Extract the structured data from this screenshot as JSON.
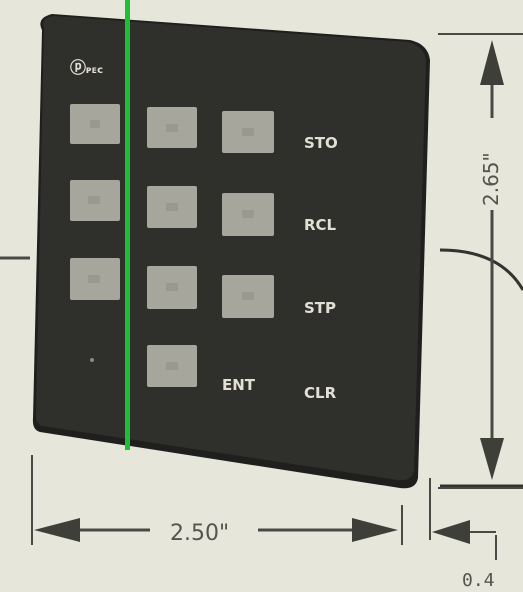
{
  "keypad": {
    "logo": "ⓟ",
    "logo_text": "ᴘᴇᴄ",
    "keys": [
      {
        "id": "k1",
        "legend": ""
      },
      {
        "id": "k2",
        "legend": ""
      },
      {
        "id": "k3",
        "legend": ""
      },
      {
        "id": "k4",
        "legend": ""
      },
      {
        "id": "k5",
        "legend": ""
      },
      {
        "id": "k6",
        "legend": ""
      },
      {
        "id": "k7",
        "legend": ""
      },
      {
        "id": "k8",
        "legend": ""
      },
      {
        "id": "k9",
        "legend": ""
      },
      {
        "id": "k0",
        "legend": ""
      }
    ],
    "labels": {
      "sto": "STO",
      "rcl": "RCL",
      "stp": "STP",
      "ent": "ENT",
      "clr": "CLR"
    }
  },
  "dimensions": {
    "width": "2.50\"",
    "height": "2.65\"",
    "depth": "0.4"
  },
  "colors": {
    "panel": "#2f2f2c",
    "key": "#a7a69d",
    "guide_line": "#1fbf35",
    "background": "#e7e6da"
  }
}
